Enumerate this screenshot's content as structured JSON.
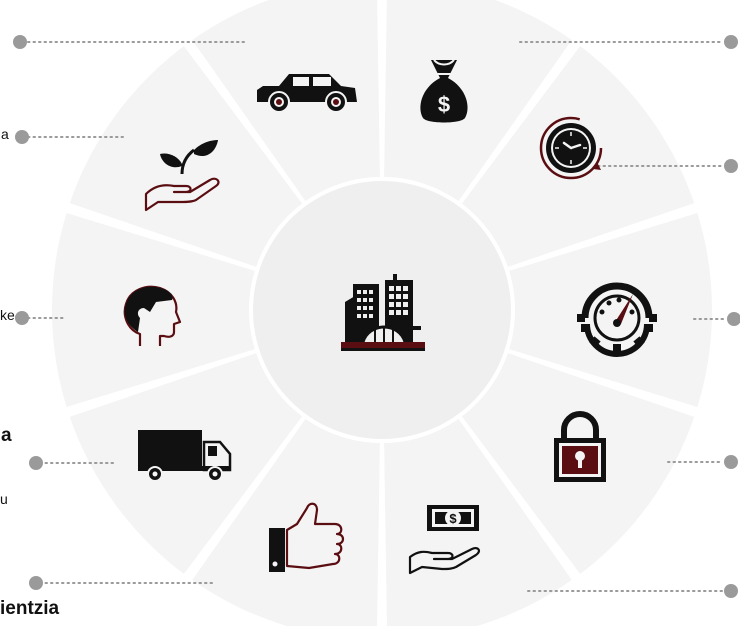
{
  "diagram": {
    "center": {
      "icon": "city-buildings-bridge-icon"
    },
    "segments": [
      {
        "icon": "car-icon"
      },
      {
        "icon": "money-bag-icon"
      },
      {
        "icon": "clock-icon"
      },
      {
        "icon": "speedometer-gear-icon"
      },
      {
        "icon": "padlock-icon"
      },
      {
        "icon": "hand-money-icon"
      },
      {
        "icon": "thumbs-up-icon"
      },
      {
        "icon": "delivery-truck-icon"
      },
      {
        "icon": "person-head-icon"
      },
      {
        "icon": "plant-in-hand-icon"
      }
    ],
    "text_fragments": {
      "left_1": "a",
      "left_2": "ke",
      "left_3_heading": "a",
      "left_3_body": "u",
      "left_4_heading": "ientzia"
    },
    "colors": {
      "segment_fill": "#f4f4f4",
      "center_fill": "#efefef",
      "gap": "#ffffff",
      "accent_dark_red": "#5a0e12",
      "dots": "#9a9a9a",
      "icon": "#111111"
    }
  }
}
